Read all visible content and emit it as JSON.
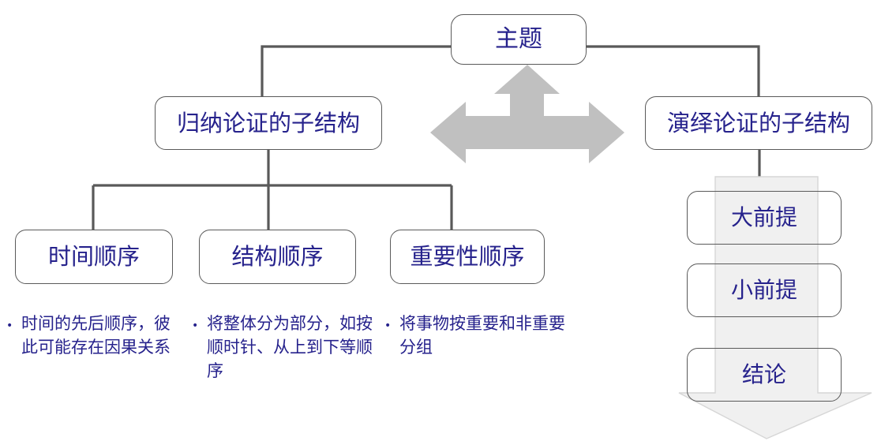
{
  "diagram": {
    "title_node": {
      "label": "主题"
    },
    "branches": [
      {
        "id": "inductive",
        "label": "归纳论证的子结构"
      },
      {
        "id": "deductive",
        "label": "演绎论证的子结构"
      }
    ],
    "inductive_children": [
      {
        "id": "time",
        "label": "时间顺序"
      },
      {
        "id": "struct",
        "label": "结构顺序"
      },
      {
        "id": "impt",
        "label": "重要性顺序"
      }
    ],
    "inductive_notes": [
      {
        "bullet": "•",
        "text": "时间的先后顺序，彼此可能存在因果关系"
      },
      {
        "bullet": "•",
        "text": "将整体分为部分，如按顺时针、从上到下等顺序"
      },
      {
        "bullet": "•",
        "text": "将事物按重要和非重要分组"
      }
    ],
    "deductive_children": [
      {
        "id": "major",
        "label": "大前提"
      },
      {
        "id": "minor",
        "label": "小前提"
      },
      {
        "id": "concl",
        "label": "结论"
      }
    ],
    "decorations": {
      "center_arrow_name": "bidirectional-up-arrow",
      "flow_arrow_name": "down-flow-arrow"
    },
    "colors": {
      "text": "#26228c",
      "box_border": "#5a5a5a",
      "connector": "#595959",
      "center_arrow_fill": "#c0c0c0",
      "flow_arrow_fill": "#f0f0f0",
      "flow_arrow_stroke": "#d4d4d4",
      "background": "#ffffff"
    }
  }
}
